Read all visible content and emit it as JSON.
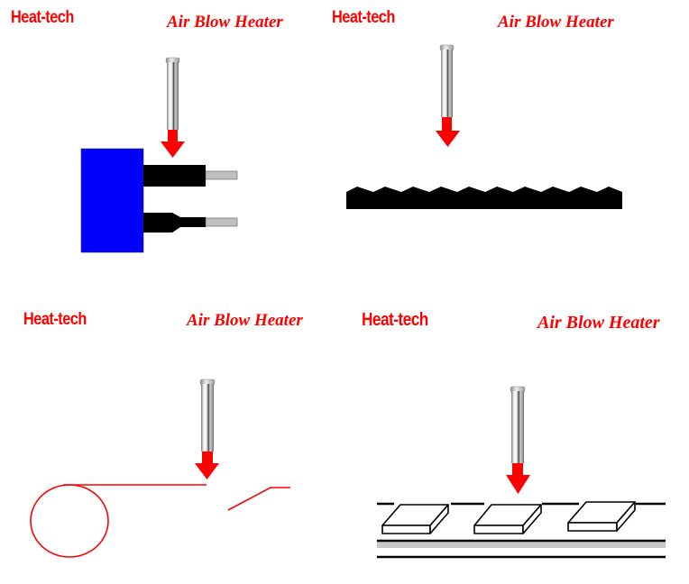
{
  "colors": {
    "accent_red": "#ff0000",
    "block_blue": "#0000ff",
    "tube_black": "#000000",
    "pin_gray": "#c0c0c0",
    "rail_gray": "#c8c8c8"
  },
  "panels": [
    {
      "id": "wire-stripping",
      "brand": "Heat-tech",
      "product": "Air Blow Heater",
      "scene": "connector-block-with-two-wire-leads"
    },
    {
      "id": "serrated-strip",
      "brand": "Heat-tech",
      "product": "Air Blow Heater",
      "scene": "serrated-strip"
    },
    {
      "id": "film-roll",
      "brand": "Heat-tech",
      "product": "Air Blow Heater",
      "scene": "film-roll-web-cutting"
    },
    {
      "id": "conveyor",
      "brand": "Heat-tech",
      "product": "Air Blow Heater",
      "scene": "conveyor-with-three-plates"
    }
  ]
}
